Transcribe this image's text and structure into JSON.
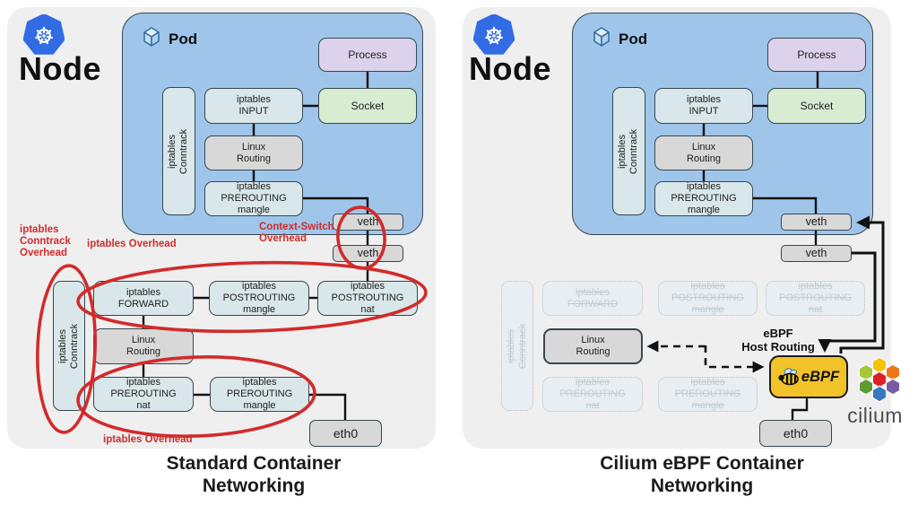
{
  "left_panel": {
    "node_label": "Node",
    "pod_label": "Pod",
    "title": "Standard Container\nNetworking",
    "annotations": {
      "conntrack_overhead": "iptables\nConntrack\nOverhead",
      "iptables_overhead_top": "iptables Overhead",
      "context_switch_overhead": "Context-Switch\nOverhead",
      "iptables_overhead_bottom": "iptables Overhead"
    }
  },
  "right_panel": {
    "node_label": "Node",
    "pod_label": "Pod",
    "title": "Cilium eBPF Container\nNetworking",
    "ebpf_host_routing": "eBPF\nHost Routing",
    "ebpf_label": "eBPF",
    "cilium_label": "cilium"
  },
  "boxes": {
    "process": "Process",
    "socket": "Socket",
    "iptables_input": "iptables\nINPUT",
    "linux_routing": "Linux\nRouting",
    "iptables_prerouting_mangle": "iptables\nPREROUTING\nmangle",
    "iptables_conntrack": "iptables\nConntrack",
    "veth": "veth",
    "iptables_forward": "iptables\nFORWARD",
    "iptables_postrouting_mangle": "iptables\nPOSTROUTING\nmangle",
    "iptables_postrouting_nat": "iptables\nPOSTROUTING\nnat",
    "iptables_prerouting_nat": "iptables\nPREROUTING\nnat",
    "eth0": "eth0"
  },
  "icons": {
    "kubernetes": "kubernetes-wheel-logo",
    "pod": "cube-icon",
    "ebpf": "bee-icon",
    "cilium": "hexagon-cluster-logo"
  },
  "colors": {
    "panel_bg": "#efefef",
    "pod_blue": "#9fc5ea",
    "iptables_cyan": "#d9e7ea",
    "box_gray": "#d8d8d8",
    "process_purple": "#ddd2ec",
    "socket_green": "#d8ecd2",
    "ebpf_yellow": "#f2c229",
    "annotation_red": "#d22b2b",
    "kubernetes_blue": "#326ce5"
  }
}
